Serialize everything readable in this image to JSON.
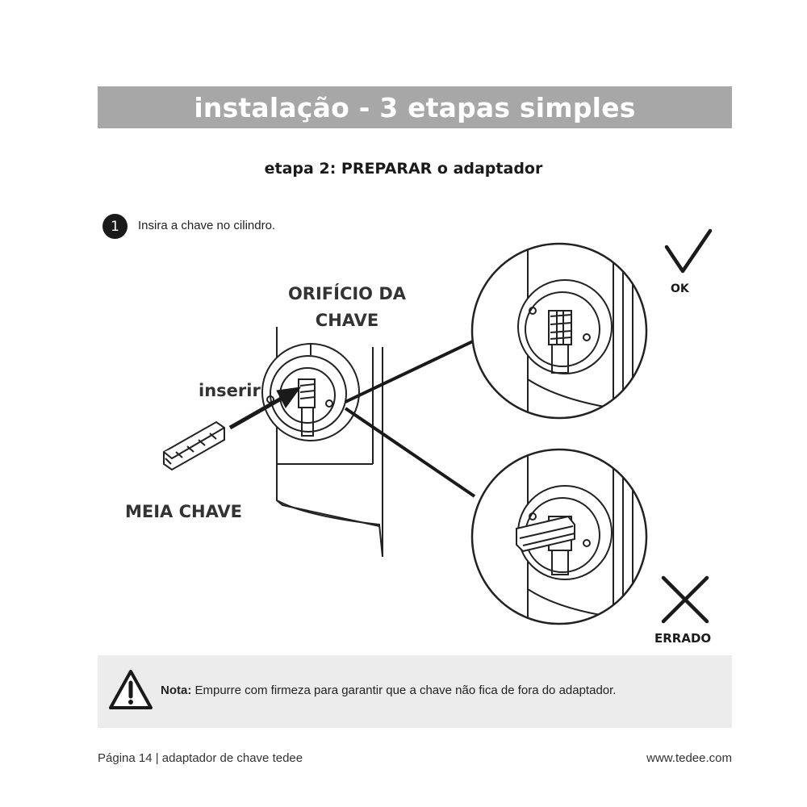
{
  "header": {
    "title": "instalação - 3 etapas simples"
  },
  "step": {
    "title": "etapa 2: PREPARAR o adaptador"
  },
  "instruction": {
    "number": "1",
    "text": "Insira a chave no cilindro."
  },
  "labels": {
    "keyhole_line1": "ORIFÍCIO DA",
    "keyhole_line2": "CHAVE",
    "insert": "inserir",
    "half_key": "MEIA CHAVE",
    "ok": "OK",
    "wrong": "ERRADO"
  },
  "icons": {
    "warning": "warning-triangle-icon",
    "check": "check-mark-icon",
    "cross": "cross-mark-icon"
  },
  "note": {
    "label": "Nota:",
    "text": " Empurre com firmeza para garantir que a chave não fica de fora do adaptador."
  },
  "footer": {
    "left": "Página 14 | adaptador de chave tedee",
    "right": "www.tedee.com"
  },
  "colors": {
    "header_band": "#a7a7a7",
    "note_background": "#ececec",
    "ink": "#1a1a1a"
  }
}
